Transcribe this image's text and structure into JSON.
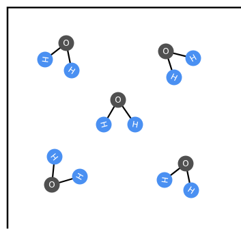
{
  "colors": {
    "background": "#ffffff",
    "frame": "#000000",
    "bond": "#000000",
    "oxygen": "#505050",
    "hydrogen": "#4a90f2",
    "label": "#ffffff"
  },
  "atom_labels": {
    "oxygen": "O",
    "hydrogen": "H"
  },
  "molecule_count": 5
}
